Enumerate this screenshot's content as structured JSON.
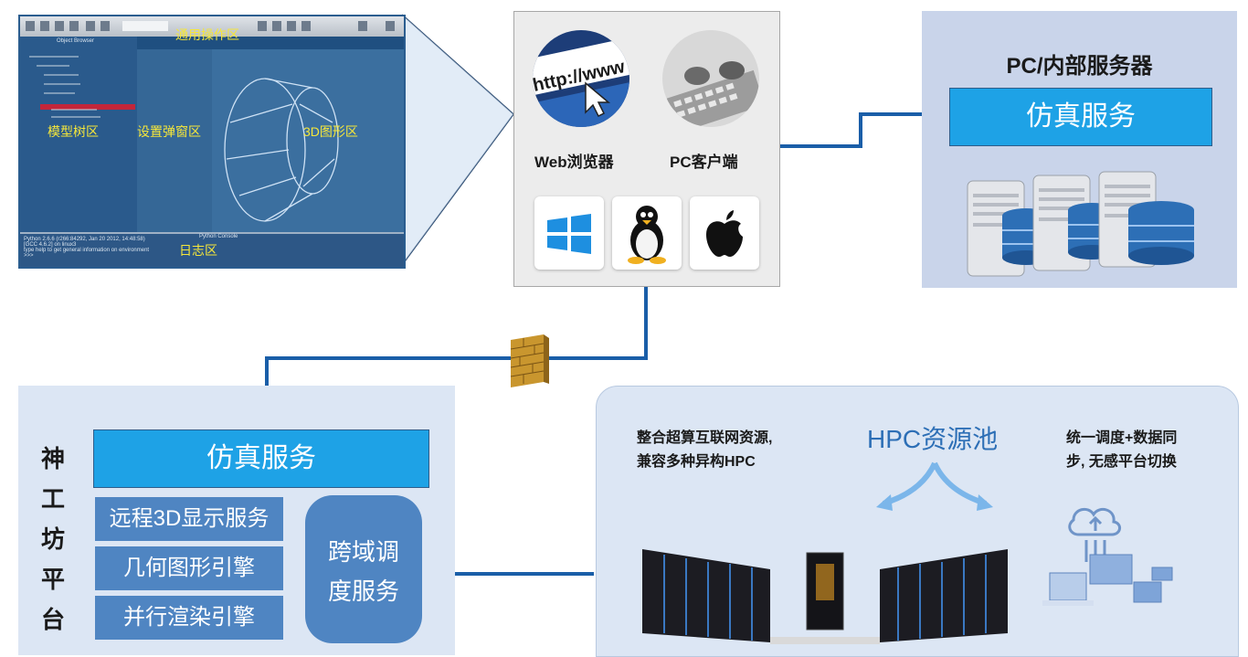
{
  "software_screenshot": {
    "zones": {
      "general_ops": "通用操作区",
      "model_tree": "模型树区",
      "settings_popup": "设置弹窗区",
      "graphics_3d": "3D图形区",
      "log": "日志区"
    },
    "panel_titles": {
      "object_browser": "Object Browser",
      "python_console": "Python Console"
    },
    "log_lines": [
      "Python 2.6.6 (r266:84292, Jan 20 2012, 14:48:58)",
      "[GCC 4.6.2] on linux3",
      "type help to get general information on environment",
      ">>>"
    ]
  },
  "client": {
    "web_browser": "Web浏览器",
    "pc_client": "PC客户端",
    "url_fragment": "http://www",
    "os_icons": [
      "windows-logo",
      "linux-tux",
      "apple-logo"
    ]
  },
  "pc_server": {
    "title": "PC/内部服务器",
    "service": "仿真服务"
  },
  "platform": {
    "name_chars": [
      "神",
      "工",
      "坊",
      "平",
      "台"
    ],
    "service": "仿真服务",
    "modules": [
      "远程3D显示服务",
      "几何图形引擎",
      "并行渲染引擎"
    ],
    "cross_domain": [
      "跨域调",
      "度服务"
    ]
  },
  "hpc": {
    "title": "HPC资源池",
    "left_text": [
      "整合超算互联网资源,",
      "兼容多种异构HPC"
    ],
    "right_text": [
      "统一调度+数据同",
      "步, 无感平台切换"
    ]
  },
  "colors": {
    "connector": "#1a5ea8",
    "service_blue": "#1ea2e6",
    "module_blue": "#4f85c2",
    "panel_bg": "#dce6f4",
    "server_panel_bg": "#c9d4ea"
  }
}
